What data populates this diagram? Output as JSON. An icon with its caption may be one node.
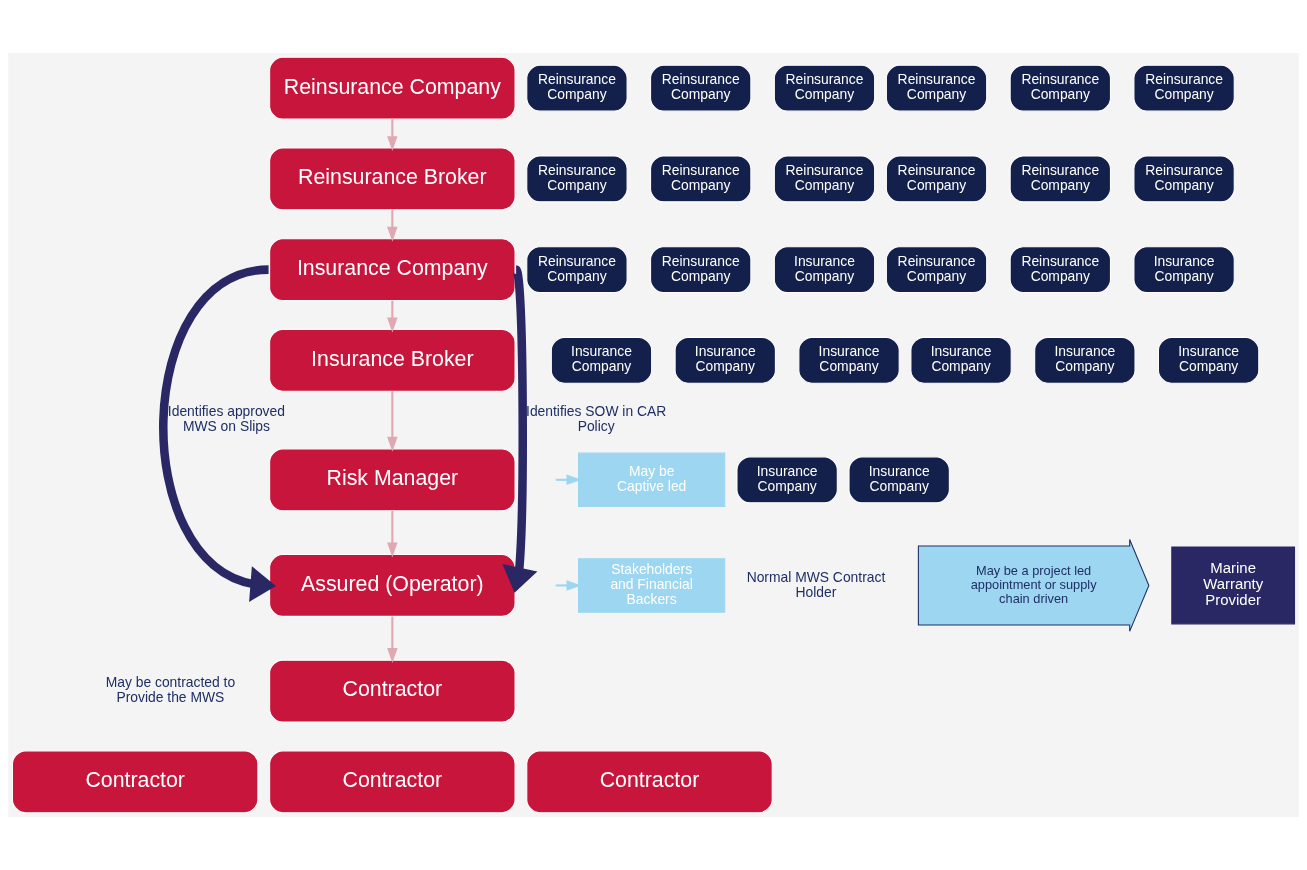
{
  "diagram": {
    "nodes": [
      {
        "text": [
          "Reinsurance Company"
        ]
      },
      {
        "text": [
          "Reinsurance Broker"
        ]
      },
      {
        "text": [
          "Insurance Company"
        ]
      },
      {
        "text": [
          "Insurance Broker"
        ]
      },
      {
        "text": [
          "Risk Manager"
        ]
      },
      {
        "text": [
          "Assured (Operator)"
        ]
      },
      {
        "text": [
          "Contractor"
        ]
      },
      {
        "text": [
          "Contractor"
        ]
      },
      {
        "text": [
          "Contractor"
        ]
      },
      {
        "text": [
          "Contractor"
        ]
      },
      {
        "text": [
          "May be Captive led"
        ]
      },
      {
        "text": [
          "Stakeholders and Financial Backers"
        ]
      },
      {
        "text": [
          "Marine Warranty Provider"
        ]
      },
      {
        "text": [
          "May be a project led appointment or supply chain driven"
        ]
      },
      {
        "text": [
          "Reinsurance Company"
        ]
      },
      {
        "text": [
          "Reinsurance Company"
        ]
      },
      {
        "text": [
          "Reinsurance Company"
        ]
      },
      {
        "text": [
          "Reinsurance Company"
        ]
      },
      {
        "text": [
          "Reinsurance Company"
        ]
      },
      {
        "text": [
          "Reinsurance Company"
        ]
      },
      {
        "text": [
          "Reinsurance Company"
        ]
      },
      {
        "text": [
          "Reinsurance Company"
        ]
      },
      {
        "text": [
          "Insurance Company"
        ]
      },
      {
        "text": [
          "Insurance Company"
        ]
      },
      {
        "text": [
          "Insurance Company"
        ]
      },
      {
        "text": [
          "Insurance Company"
        ]
      },
      {
        "text": [
          "Insurance Company"
        ]
      },
      {
        "text": [
          "Reinsurance Company"
        ]
      },
      {
        "text": [
          "Reinsurance Company"
        ]
      },
      {
        "text": [
          "Reinsurance Company"
        ]
      },
      {
        "text": [
          "Reinsurance Company"
        ]
      },
      {
        "text": [
          "Reinsurance Company"
        ]
      },
      {
        "text": [
          "Reinsurance Company"
        ]
      },
      {
        "text": [
          "Reinsurance Company"
        ]
      },
      {
        "text": [
          "Reinsurance Company"
        ]
      },
      {
        "text": [
          "Insurance Company"
        ]
      },
      {
        "text": [
          "Insurance Company"
        ]
      },
      {
        "text": [
          "Insurance Company"
        ]
      },
      {
        "text": [
          "Insurance Company"
        ]
      },
      {
        "text": [
          "Insurance Company"
        ]
      }
    ],
    "edges": [
      {
        "from": 0,
        "to": 1,
        "arrow": "to"
      },
      {
        "from": 1,
        "to": 2,
        "arrow": "to"
      },
      {
        "from": 2,
        "to": 3,
        "arrow": "to"
      },
      {
        "from": 3,
        "to": 4,
        "arrow": "to"
      },
      {
        "from": 4,
        "to": 5,
        "arrow": "to"
      },
      {
        "from": 5,
        "to": 6,
        "arrow": "to"
      },
      {
        "from": 2,
        "to": 5,
        "arrow": "to",
        "label": "Identifies approved MWS on Slips",
        "style": "thick",
        "color": "#2a2765"
      },
      {
        "from": 2,
        "to": 5,
        "arrow": "to",
        "label": "Identifies SOW in CAR Policy",
        "style": "thick",
        "color": "#2a2765"
      },
      {
        "from": null,
        "to": 10,
        "arrow": "to",
        "color": "#9dd6f0"
      },
      {
        "from": null,
        "to": 11,
        "arrow": "to",
        "color": "#9dd6f0"
      }
    ],
    "labels": [
      "Normal MWS Contract Holder",
      "May be contracted to Provide the MWS"
    ]
  }
}
